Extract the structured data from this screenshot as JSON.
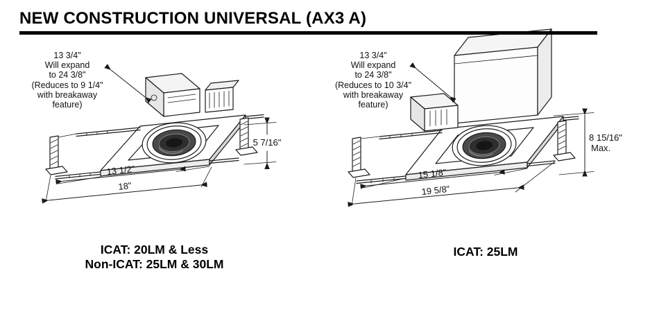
{
  "title": "NEW CONSTRUCTION UNIVERSAL (AX3 A)",
  "figures": {
    "left": {
      "note": [
        "13 3/4\"",
        "Will expand",
        "to 24 3/8\"",
        "(Reduces to 9 1/4\"",
        "with breakaway",
        "feature)"
      ],
      "dims": {
        "height": "5 7/16\"",
        "width_inner": "13 1/2\"",
        "width_outer": "18\""
      },
      "caption": [
        "ICAT: 20LM & Less",
        "Non-ICAT: 25LM & 30LM"
      ]
    },
    "right": {
      "note": [
        "13 3/4\"",
        "Will expand",
        "to 24 3/8\"",
        "(Reduces to 10 3/4\"",
        "with breakaway",
        "feature)"
      ],
      "dims": {
        "height": "8 15/16\"",
        "height_note": "Max.",
        "width_inner": "15 1/8\"",
        "width_outer": "19 5/8\""
      },
      "caption": [
        "ICAT: 25LM"
      ]
    }
  },
  "colors": {
    "ink": "#1a1a1a",
    "rule": "#000000"
  }
}
